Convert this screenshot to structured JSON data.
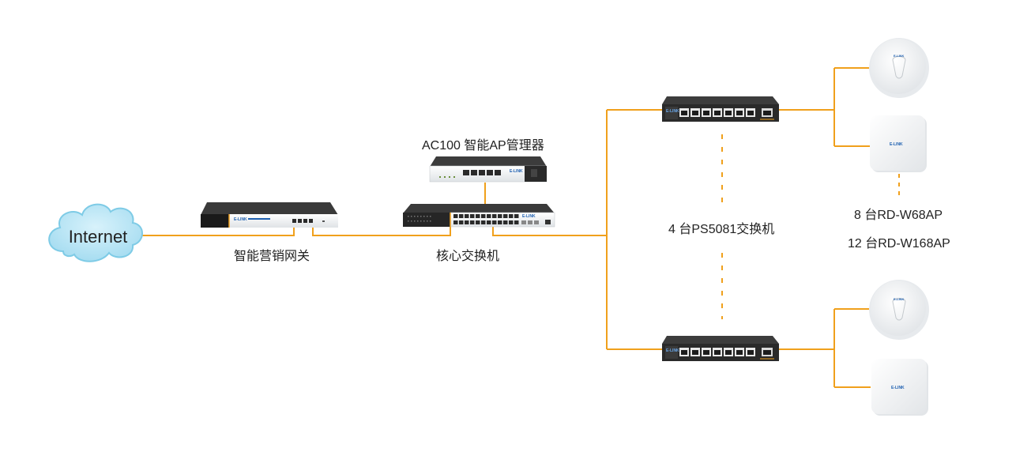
{
  "diagram": {
    "colors": {
      "link": "#f0a01c",
      "cloud_fill": "#b6e4f4",
      "cloud_stroke": "#7ecbe6",
      "device_dark": "#2b2b2b",
      "device_light": "#eef0f2",
      "ap_white": "#f6f7f8"
    },
    "nodes": {
      "internet": {
        "label": "Internet"
      },
      "gateway": {
        "label": "智能营销网关",
        "icon": "gateway-router-icon"
      },
      "core_switch": {
        "label": "核心交换机",
        "icon": "core-switch-icon"
      },
      "ac_controller": {
        "label": "AC100 智能AP管理器",
        "icon": "ap-controller-icon"
      },
      "access_switches": {
        "label": "4 台PS5081交换机",
        "icon": "poe-switch-icon"
      },
      "access_points": {
        "label_line1": "8 台RD-W68AP",
        "label_line2": "12 台RD-W168AP",
        "icons": [
          "round-ceiling-ap-icon",
          "square-ceiling-ap-icon"
        ]
      }
    }
  }
}
